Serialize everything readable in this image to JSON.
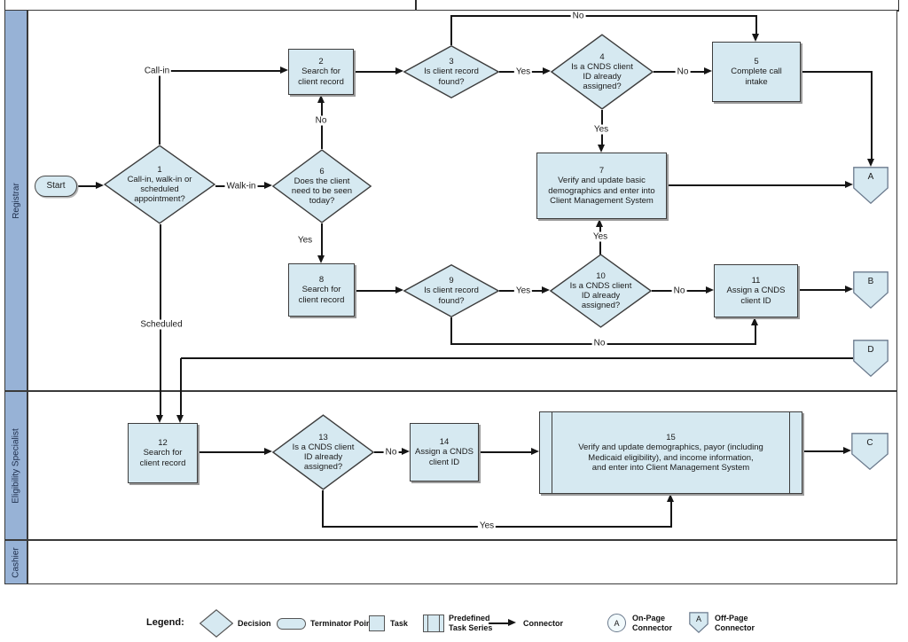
{
  "title_band": "",
  "lanes": [
    {
      "label": "Registrar"
    },
    {
      "label": "Eligibility Specialist"
    },
    {
      "label": "Cashier"
    }
  ],
  "nodes": {
    "start": "Start",
    "d1": "1\nCall-in, walk-in or\nscheduled\nappointment?",
    "t2": "2\nSearch for\nclient record",
    "d3": "3\nIs client record\nfound?",
    "d4": "4\nIs a CNDS client\nID already\nassigned?",
    "t5": "5\nComplete call\nintake",
    "d6": "6\nDoes the client\nneed to be seen\ntoday?",
    "t7": "7\nVerify and update basic\ndemographics and enter into\nClient Management System",
    "t8": "8\nSearch for\nclient record",
    "d9": "9\nIs client record\nfound?",
    "d10": "10\nIs a CNDS client\nID already\nassigned?",
    "t11": "11\nAssign a CNDS\nclient ID",
    "t12": "12\nSearch for\nclient record",
    "d13": "13\nIs a CNDS client\nID already\nassigned?",
    "t14": "14\nAssign a CNDS\nclient ID",
    "t15": "15\nVerify and update demographics, payor (including\nMedicaid eligibility), and income information,\nand enter into Client Management System",
    "connA": "A",
    "connB": "B",
    "connC": "C",
    "connD": "D"
  },
  "labels": {
    "yes": "Yes",
    "no": "No",
    "call_in": "Call-in",
    "walk_in": "Walk-in",
    "scheduled": "Scheduled"
  },
  "legend": {
    "title": "Legend:",
    "items": [
      {
        "label": "Decision"
      },
      {
        "label": "Terminator Point"
      },
      {
        "label": "Task"
      },
      {
        "label": "Predefined\nTask Series"
      },
      {
        "label": "Connector"
      },
      {
        "label": "On-Page\nConnector",
        "letter": "A"
      },
      {
        "label": "Off-Page\nConnector",
        "letter": "A"
      }
    ]
  },
  "colors": {
    "shape_fill": "#d6e9f1",
    "shape_border": "#3d3d3d",
    "lane_fill": "#97b2d6",
    "line": "#151515",
    "connector_border": "#6b7a8d"
  }
}
